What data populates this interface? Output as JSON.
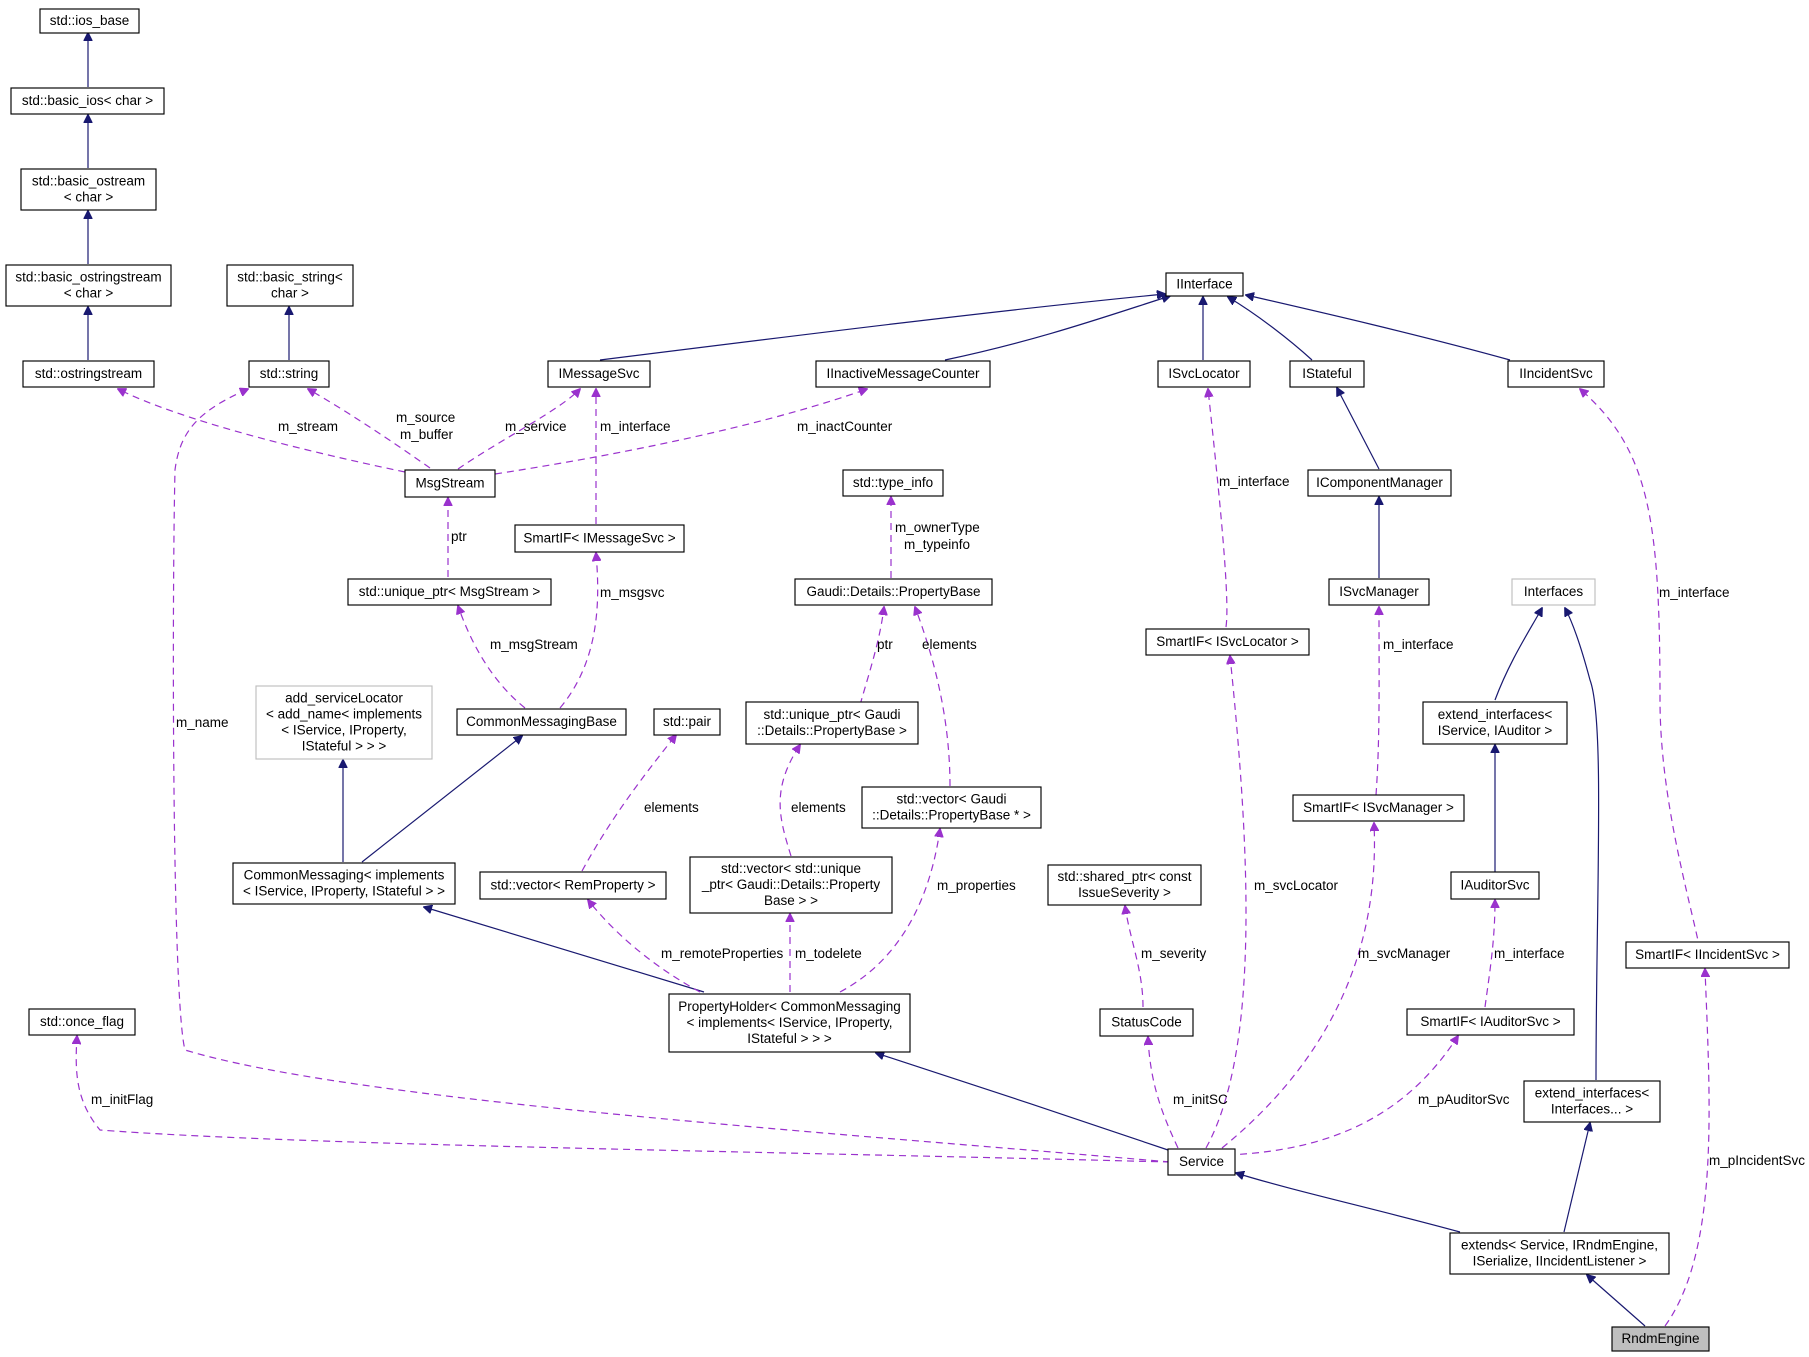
{
  "colors": {
    "inheritance_edge": "#191970",
    "usage_edge": "#9a32cd",
    "node_border": "#000000",
    "undocumented_border": "#bfbfbf",
    "current_node_fill": "#bfbfbf"
  },
  "nodes": {
    "ios_base": [
      "std::ios_base"
    ],
    "basic_ios": [
      "std::basic_ios< char >"
    ],
    "basic_ostream": [
      "std::basic_ostream",
      "< char >"
    ],
    "basic_ostringstream": [
      "std::basic_ostringstream",
      "< char >"
    ],
    "basic_string": [
      "std::basic_string<",
      "char >"
    ],
    "ostringstream": [
      "std::ostringstream"
    ],
    "string": [
      "std::string"
    ],
    "iinterface": [
      "IInterface"
    ],
    "imessagesvc": [
      "IMessageSvc"
    ],
    "iinactive": [
      "IInactiveMessageCounter"
    ],
    "isvclocator": [
      "ISvcLocator"
    ],
    "istateful": [
      "IStateful"
    ],
    "iincidentsvc": [
      "IIncidentSvc"
    ],
    "msgstream": [
      "MsgStream"
    ],
    "type_info": [
      "std::type_info"
    ],
    "icomponentmanager": [
      "IComponentManager"
    ],
    "smartif_imessagesvc": [
      "SmartIF< IMessageSvc >"
    ],
    "unique_ptr_msgstream": [
      "std::unique_ptr< MsgStream >"
    ],
    "propertybase": [
      "Gaudi::Details::PropertyBase"
    ],
    "isvcmanager": [
      "ISvcManager"
    ],
    "interfaces": [
      "Interfaces"
    ],
    "smartif_isvclocator": [
      "SmartIF< ISvcLocator >"
    ],
    "add_servicelocator": [
      "add_serviceLocator",
      "< add_name< implements",
      "< IService, IProperty,",
      "IStateful > > >"
    ],
    "commonmessagingbase": [
      "CommonMessagingBase"
    ],
    "pair": [
      "std::pair"
    ],
    "unique_ptr_propertybase": [
      "std::unique_ptr< Gaudi",
      "::Details::PropertyBase >"
    ],
    "extend_ext": [
      "extend_interfaces<",
      "IService, IAuditor >"
    ],
    "vector_propertybase": [
      "std::vector< Gaudi",
      "::Details::PropertyBase * >"
    ],
    "smartif_isvcmanager": [
      "SmartIF< ISvcManager >"
    ],
    "commonmessaging": [
      "CommonMessaging< implements",
      "< IService, IProperty, IStateful > >"
    ],
    "vector_remproperty": [
      "std::vector< RemProperty >"
    ],
    "vector_unique_ptr": [
      "std::vector< std::unique",
      "_ptr< Gaudi::Details::Property",
      "Base > >"
    ],
    "shared_ptr_issue": [
      "std::shared_ptr< const",
      "IssueSeverity >"
    ],
    "iauditorsvc": [
      "IAuditorSvc"
    ],
    "smartif_iincidentsvc": [
      "SmartIF< IIncidentSvc >"
    ],
    "once_flag": [
      "std::once_flag"
    ],
    "propertyholder": [
      "PropertyHolder< CommonMessaging",
      "< implements< IService, IProperty,",
      "IStateful > > >"
    ],
    "statuscode": [
      "StatusCode"
    ],
    "smartif_iauditorsvc": [
      "SmartIF< IAuditorSvc >"
    ],
    "extend_interfaces_dots": [
      "extend_interfaces<",
      "Interfaces... >"
    ],
    "service": [
      "Service"
    ],
    "extends": [
      "extends< Service, IRndmEngine,",
      "ISerialize, IIncidentListener >"
    ],
    "rndmengine": [
      "RndmEngine"
    ]
  },
  "edge_labels": {
    "m_stream": "m_stream",
    "m_source": "m_source",
    "m_buffer": "m_buffer",
    "m_service": "m_service",
    "m_interface_msg": "m_interface",
    "m_inactCounter": "m_inactCounter",
    "m_interface_locator": "m_interface",
    "m_interface_incident": "m_interface",
    "ptr_msgstream": "ptr",
    "m_ownerType": "m_ownerType",
    "m_typeinfo": "m_typeinfo",
    "m_msgsvc": "m_msgsvc",
    "m_msgStream": "m_msgStream",
    "ptr_propertybase": "ptr",
    "elements_propertybase": "elements",
    "m_interface_svcmanager": "m_interface",
    "m_name": "m_name",
    "elements_pair": "elements",
    "elements_unique": "elements",
    "m_svcLocator": "m_svcLocator",
    "m_properties": "m_properties",
    "m_remoteProperties": "m_remoteProperties",
    "m_todelete": "m_todelete",
    "m_severity": "m_severity",
    "m_svcManager": "m_svcManager",
    "m_interface_auditor": "m_interface",
    "m_initFlag": "m_initFlag",
    "m_initSC": "m_initSC",
    "m_pAuditorSvc": "m_pAuditorSvc",
    "m_pIncidentSvc": "m_pIncidentSvc"
  }
}
